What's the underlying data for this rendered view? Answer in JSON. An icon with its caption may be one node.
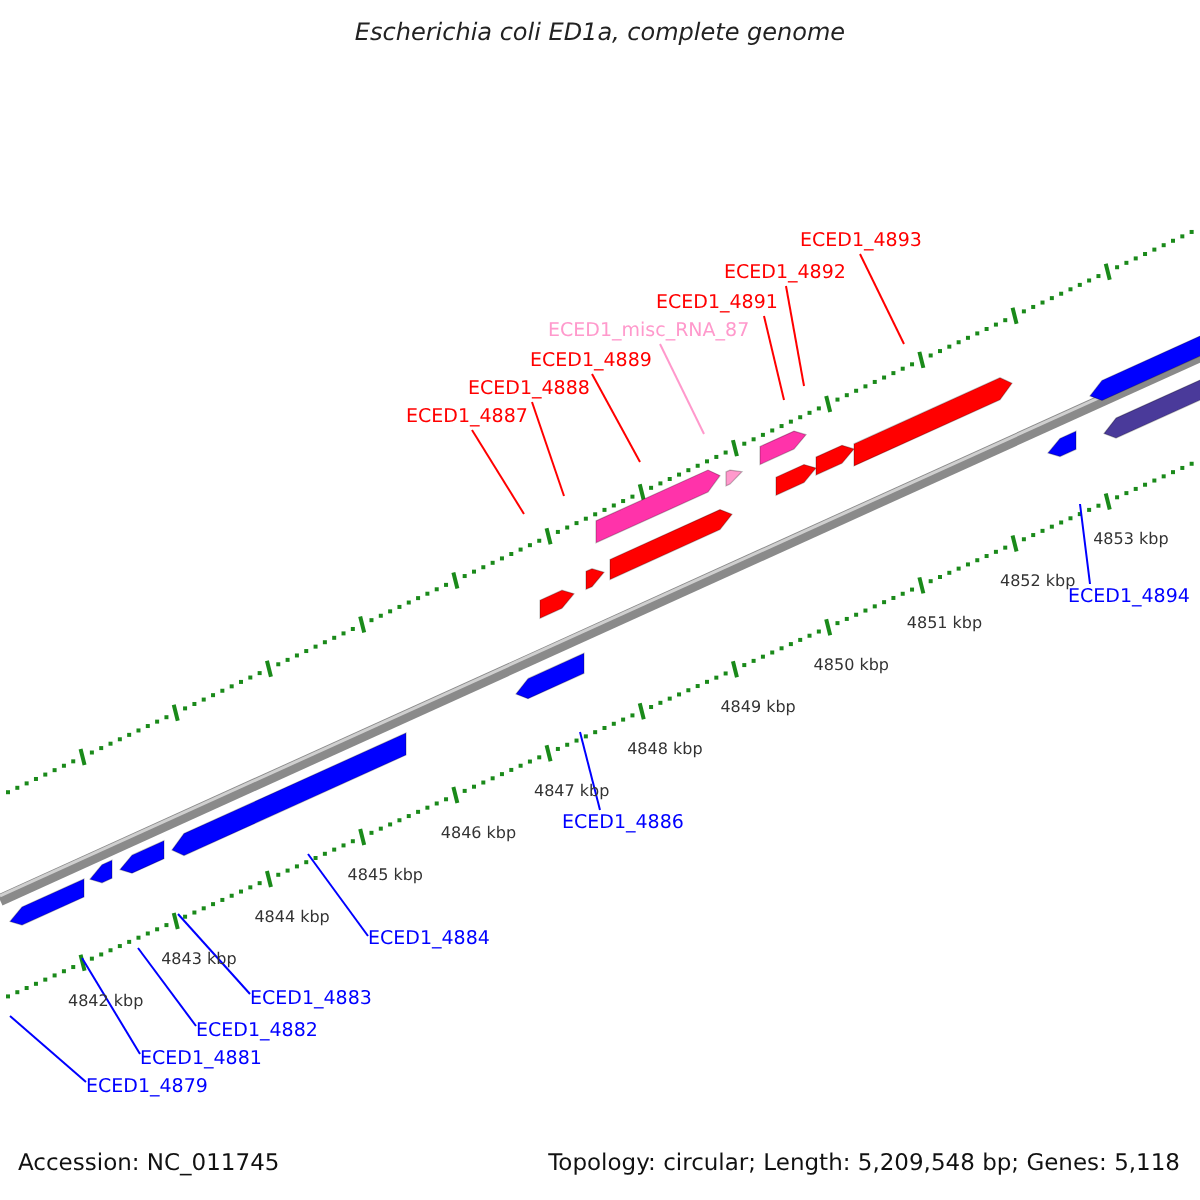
{
  "diagram": {
    "title": "Escherichia coli ED1a, complete genome",
    "nodes": [
      {
        "text": [
          "ECED1_4893"
        ]
      },
      {
        "text": [
          "ECED1_4892"
        ]
      },
      {
        "text": [
          "ECED1_4891"
        ]
      },
      {
        "text": [
          "ECED1_misc_RNA_87"
        ]
      },
      {
        "text": [
          "ECED1_4889"
        ]
      },
      {
        "text": [
          "ECED1_4888"
        ]
      },
      {
        "text": [
          "ECED1_4887"
        ]
      },
      {
        "text": [
          "ECED1_4894"
        ]
      },
      {
        "text": [
          "ECED1_4886"
        ]
      },
      {
        "text": [
          "ECED1_4884"
        ]
      },
      {
        "text": [
          "ECED1_4883"
        ]
      },
      {
        "text": [
          "ECED1_4882"
        ]
      },
      {
        "text": [
          "ECED1_4881"
        ]
      },
      {
        "text": [
          "ECED1_4879"
        ]
      }
    ],
    "edges": [
      {
        "from": 0,
        "to": null,
        "arrow": "none",
        "color": "#ff0000"
      },
      {
        "from": 1,
        "to": null,
        "arrow": "none",
        "color": "#ff0000"
      },
      {
        "from": 2,
        "to": null,
        "arrow": "none",
        "color": "#ff0000"
      },
      {
        "from": 3,
        "to": null,
        "arrow": "none",
        "color": "#ff99cc"
      },
      {
        "from": 4,
        "to": null,
        "arrow": "none",
        "color": "#ff0000"
      },
      {
        "from": 5,
        "to": null,
        "arrow": "none",
        "color": "#ff0000"
      },
      {
        "from": 6,
        "to": null,
        "arrow": "none",
        "color": "#ff0000"
      },
      {
        "from": 7,
        "to": null,
        "arrow": "none",
        "color": "#0000ff"
      },
      {
        "from": 8,
        "to": null,
        "arrow": "none",
        "color": "#0000ff"
      },
      {
        "from": 9,
        "to": null,
        "arrow": "none",
        "color": "#0000ff"
      },
      {
        "from": 10,
        "to": null,
        "arrow": "none",
        "color": "#0000ff"
      },
      {
        "from": 11,
        "to": null,
        "arrow": "none",
        "color": "#0000ff"
      },
      {
        "from": 12,
        "to": null,
        "arrow": "none",
        "color": "#0000ff"
      },
      {
        "from": 13,
        "to": null,
        "arrow": "none",
        "color": "#0000ff"
      }
    ],
    "labels": [
      "4842 kbp",
      "4843 kbp",
      "4844 kbp",
      "4845 kbp",
      "4846 kbp",
      "4847 kbp",
      "4848 kbp",
      "4849 kbp",
      "4850 kbp",
      "4851 kbp",
      "4852 kbp",
      "4853 kbp",
      "Accession: NC_011745",
      "Topology: circular; Length: 5,209,548 bp; Genes: 5,118"
    ]
  }
}
